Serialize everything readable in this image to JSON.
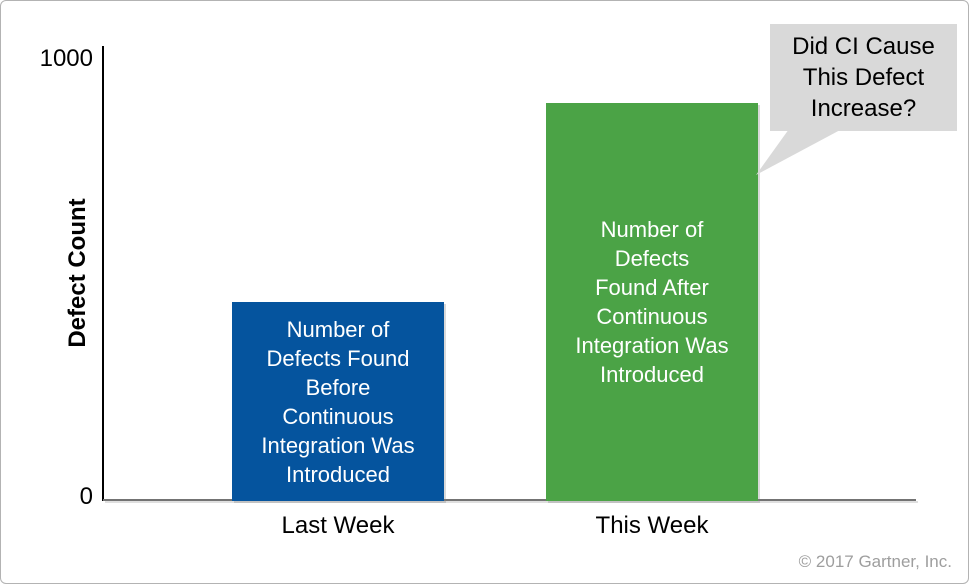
{
  "chart_data": {
    "type": "bar",
    "title": "",
    "ylabel": "Defect Count",
    "xlabel": "",
    "ylim": [
      0,
      1000
    ],
    "ytick_labels": {
      "top": "1000",
      "bottom": "0"
    },
    "grid": false,
    "legend": "none",
    "categories": [
      "Last Week",
      "This Week"
    ],
    "bars": [
      {
        "category": "Last Week",
        "value": 450,
        "color": "#05549E",
        "label": "Number of\nDefects Found\nBefore\nContinuous\nIntegration Was\nIntroduced"
      },
      {
        "category": "This Week",
        "value": 900,
        "color": "#4BA346",
        "label": "Number of\nDefects\nFound After\nContinuous\nIntegration Was\nIntroduced"
      }
    ],
    "annotation": {
      "text": "Did CI Cause\nThis Defect\nIncrease?",
      "background": "#D9D9D9",
      "attached_to": "This Week"
    },
    "footer": "© 2017 Gartner, Inc."
  }
}
